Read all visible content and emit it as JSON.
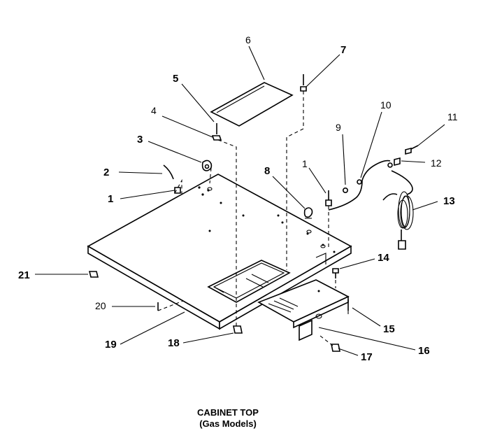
{
  "callouts": [
    {
      "id": "c1a",
      "text": "1"
    },
    {
      "id": "c1b",
      "text": "1"
    },
    {
      "id": "c2",
      "text": "2"
    },
    {
      "id": "c3",
      "text": "3"
    },
    {
      "id": "c4",
      "text": "4"
    },
    {
      "id": "c5",
      "text": "5"
    },
    {
      "id": "c6",
      "text": "6"
    },
    {
      "id": "c7",
      "text": "7"
    },
    {
      "id": "c8",
      "text": "8"
    },
    {
      "id": "c9",
      "text": "9"
    },
    {
      "id": "c10",
      "text": "10"
    },
    {
      "id": "c11",
      "text": "11"
    },
    {
      "id": "c12",
      "text": "12"
    },
    {
      "id": "c13",
      "text": "13"
    },
    {
      "id": "c14",
      "text": "14"
    },
    {
      "id": "c15",
      "text": "15"
    },
    {
      "id": "c16",
      "text": "16"
    },
    {
      "id": "c17",
      "text": "17"
    },
    {
      "id": "c18",
      "text": "18"
    },
    {
      "id": "c19",
      "text": "19"
    },
    {
      "id": "c20",
      "text": "20"
    },
    {
      "id": "c21",
      "text": "21"
    }
  ],
  "caption": {
    "title": "CABINET TOP",
    "subtitle": "(Gas Models)"
  }
}
